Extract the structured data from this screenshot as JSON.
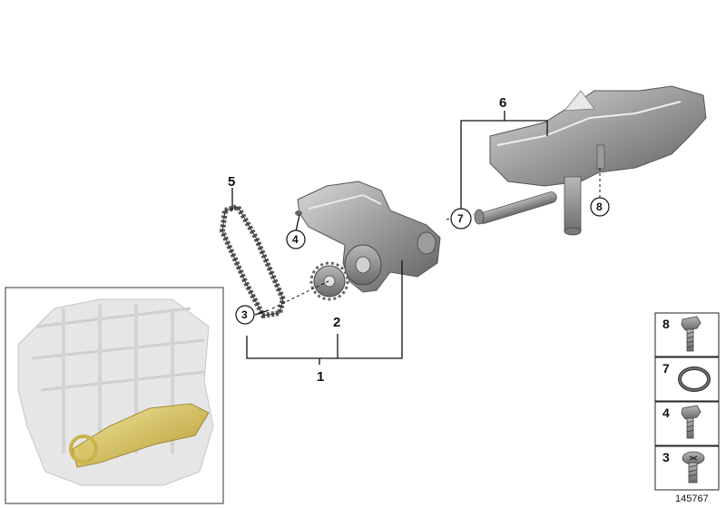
{
  "callouts": {
    "c1": "1",
    "c2": "2",
    "c3": "3",
    "c4": "4",
    "c5": "5",
    "c6": "6",
    "c7": "7",
    "c8": "8"
  },
  "side_panel": {
    "items": [
      "8",
      "7",
      "4",
      "3"
    ]
  },
  "diagram_id": "145767"
}
